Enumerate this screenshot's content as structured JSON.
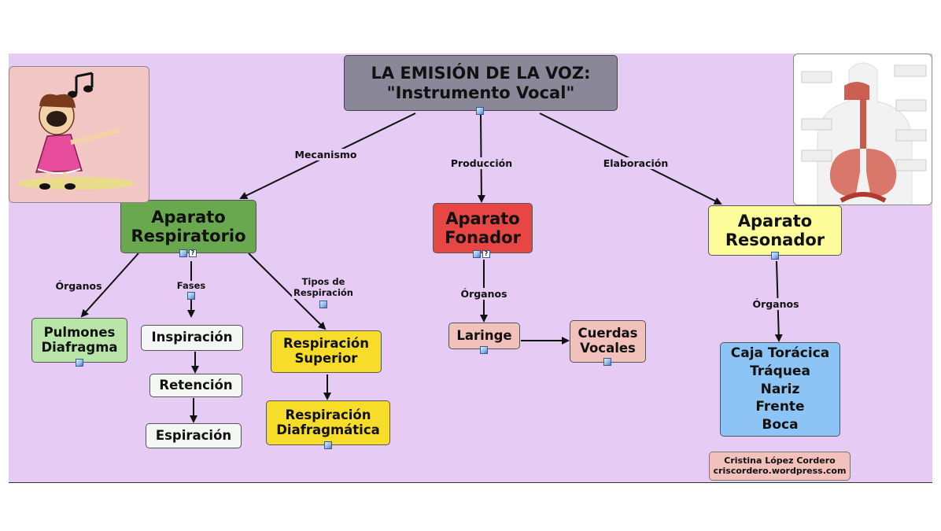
{
  "title": {
    "line1": "LA EMISIÓN DE LA VOZ:",
    "line2": "\"Instrumento Vocal\""
  },
  "edge_labels": {
    "mecanismo": "Mecanismo",
    "produccion": "Producción",
    "elaboracion": "Elaboración",
    "organos_resp": "Órganos",
    "fases": "Fases",
    "tipos": "Tipos de\nRespiración",
    "organos_fon": "Órganos",
    "organos_res": "Órganos"
  },
  "nodes": {
    "respiratorio": "Aparato\nRespiratorio",
    "fonador": "Aparato\nFonador",
    "resonador": "Aparato\nResonador",
    "pulmones": "Pulmones\nDiafragma",
    "inspiracion": "Inspiración",
    "retencion": "Retención",
    "espiracion": "Espiración",
    "resp_superior": "Respiración\nSuperior",
    "resp_diafragmatica": "Respiración\nDiafragmática",
    "laringe": "Laringe",
    "cuerdas": "Cuerdas\nVocales",
    "caja": "Caja Torácica\nTráquea\nNariz\nFrente\nBoca"
  },
  "credit": {
    "line1": "Cristina López Cordero",
    "line2": "criscordero.wordpress.com"
  },
  "colors": {
    "background": "#e6ccf5",
    "title": "#8a8898",
    "respiratorio": "#6aa84f",
    "fonador": "#e84545",
    "resonador": "#fcfc9a",
    "pulmones": "#b9e6a8",
    "fases": "#f4f7f4",
    "tipos": "#f7dd2a",
    "laringe": "#f2c1bb",
    "caja": "#8cc4f6",
    "credit": "#f2c1bb"
  },
  "icons": [
    "image-icon",
    "note-icon"
  ]
}
